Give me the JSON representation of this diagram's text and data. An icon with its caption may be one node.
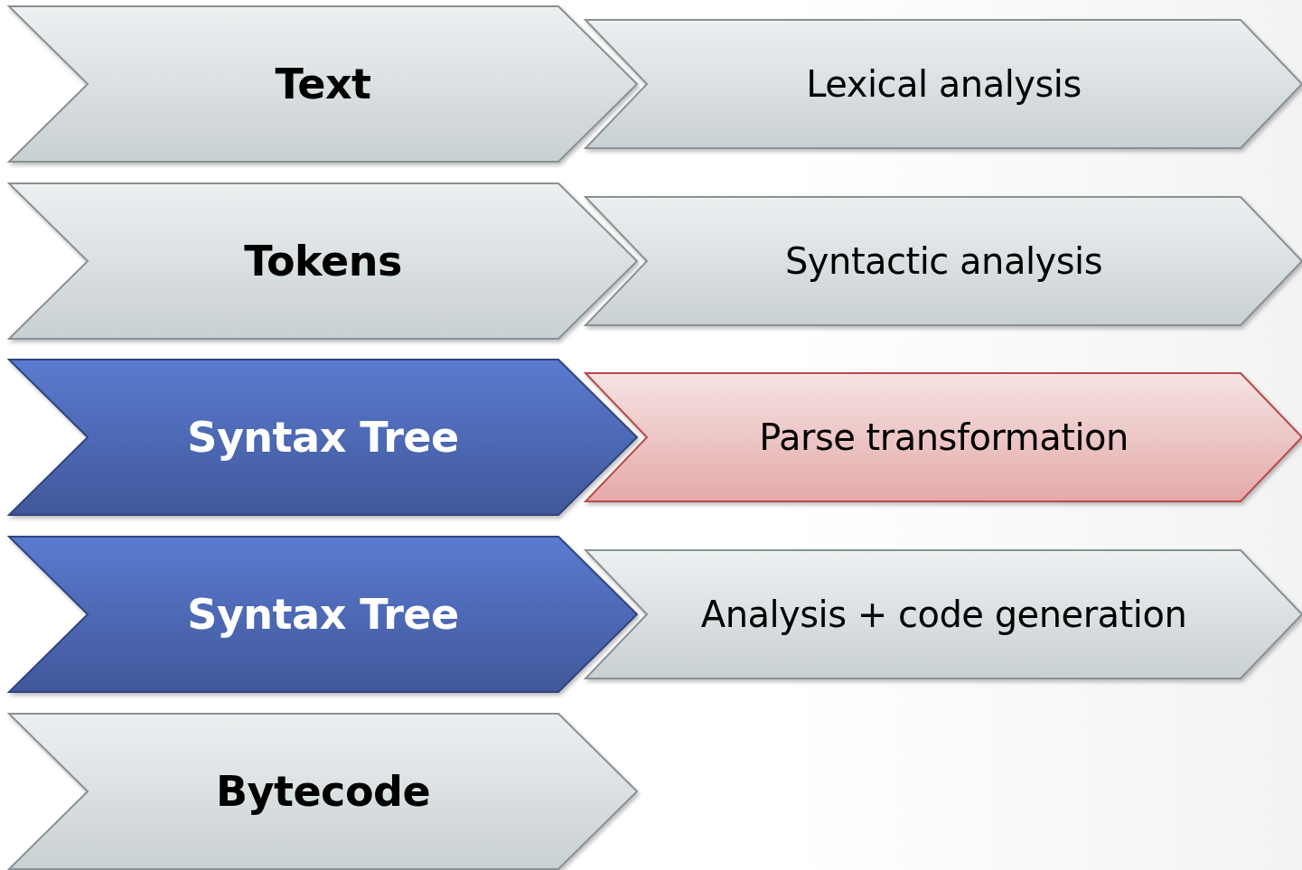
{
  "diagram": {
    "nodes": [
      {
        "text": [
          "Text"
        ]
      },
      {
        "text": [
          "Lexical analysis"
        ]
      },
      {
        "text": [
          "Tokens"
        ]
      },
      {
        "text": [
          "Syntactic analysis"
        ]
      },
      {
        "text": [
          "Syntax Tree"
        ]
      },
      {
        "text": [
          "Parse transformation"
        ]
      },
      {
        "text": [
          "Syntax Tree"
        ]
      },
      {
        "text": [
          "Analysis + code generation"
        ]
      },
      {
        "text": [
          "Bytecode"
        ]
      }
    ]
  }
}
